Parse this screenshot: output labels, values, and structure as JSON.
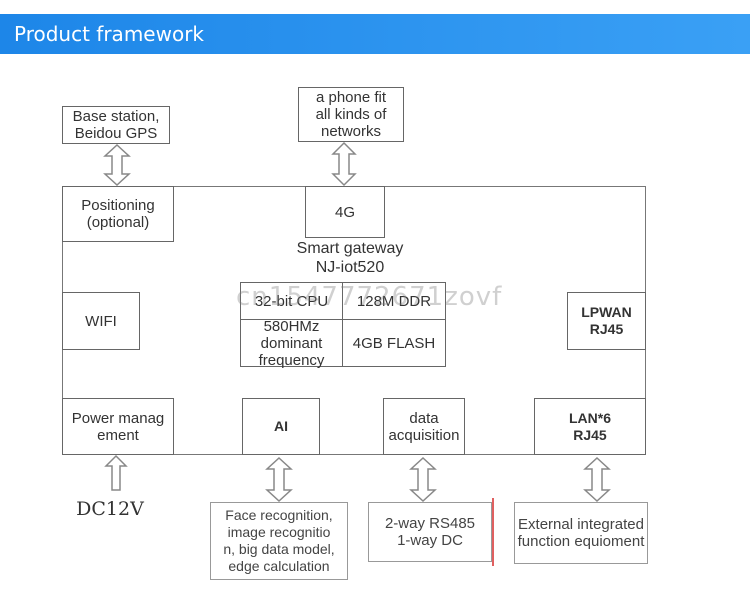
{
  "header": {
    "title": "Product framework"
  },
  "diagram": {
    "gateway": {
      "title": "Smart gateway",
      "model": "NJ-iot520"
    },
    "top_nodes": {
      "base_station": "Base station,\nBeidou GPS",
      "phone": "a phone fit\nall kinds of\nnetworks"
    },
    "modules": {
      "positioning": "Positioning\n(optional)",
      "fourg": "4G",
      "wifi": "WIFI",
      "lpwan": "LPWAN\nRJ45",
      "power": "Power manag\nement",
      "ai": "AI",
      "data_acq": "data\nacquisition",
      "lan": "LAN*6\nRJ45"
    },
    "core": {
      "cpu": "32-bit CPU",
      "ddr": "128M DDR",
      "freq": "580HMz\ndominant\nfrequency",
      "flash": "4GB FLASH"
    },
    "bottom_nodes": {
      "dc": "DC12V",
      "ai_ext": "Face recognition,\nimage recognitio\nn, big data model,\nedge calculation",
      "rs485": "2-way RS485\n1-way DC",
      "external": "External integrated\nfunction equioment"
    },
    "watermark": "cn1547772671zovf"
  }
}
